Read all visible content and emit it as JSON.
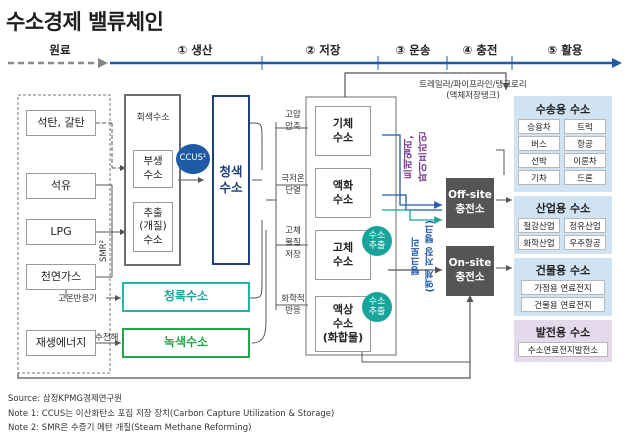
{
  "title": "수소경제 밸류체인",
  "stages": [
    "원료",
    "① 생산",
    "② 저장",
    "③ 운송",
    "④ 충전",
    "⑤ 활용"
  ],
  "raw_materials": [
    "석탄, 갈탄",
    "석유",
    "LPG",
    "천연가스",
    "재생에너지"
  ],
  "gray_hydrogen": {
    "label": "회색수소",
    "byproduct": "부생\n수소",
    "extracted": "추출\n(개질)\n수소"
  },
  "smr_label": "SMR²",
  "ccus_label": "CCUS¹",
  "blue_hydrogen": "청색\n수소",
  "turquoise": {
    "process": "고온반응기",
    "label": "청록수소"
  },
  "green": {
    "process": "수전해",
    "label": "녹색수소"
  },
  "storage_methods": [
    "고압\n압축",
    "극저온\n단열",
    "고체\n물질\n저장",
    "화학적\n반응"
  ],
  "storage_types": [
    "기체\n수소",
    "액화\n수소",
    "고체\n수소",
    "액상\n수소\n(화합물)"
  ],
  "extraction_label": "수소\n추출",
  "transport": {
    "top_label": "트레일러/파이프라인/탱크로리",
    "top_sub": "(액체저장탱크)",
    "vertical1": "트레일러,\n파이프라인",
    "vertical2": "탱크로리\n(액체 저장 탱크)"
  },
  "stations": [
    "Off-site\n충전소",
    "On-site\n충전소"
  ],
  "uses": {
    "transport": {
      "title": "수송용 수소",
      "items": [
        "승용차",
        "트럭",
        "버스",
        "항공",
        "선박",
        "이륜차",
        "기차",
        "드론"
      ]
    },
    "industry": {
      "title": "산업용 수소",
      "items": [
        "철강산업",
        "정유산업",
        "화학산업",
        "우주항공"
      ]
    },
    "building": {
      "title": "건물용 수소",
      "items": [
        "가정용 연료전지",
        "건물용 연료전지"
      ]
    },
    "power": {
      "title": "발전용 수소",
      "items": [
        "수소연료전지발전소"
      ]
    }
  },
  "notes": {
    "source": "Source: 삼정KPMG경제연구원",
    "note1": "Note 1: CCUS는 이산화탄소 포집 저장 장치(Carbon Capture Utilization & Storage)",
    "note2": "Note 2: SMR은 수증기 메탄 개질(Steam Methane Reforming)"
  },
  "colors": {
    "navy": "#1d3f7a",
    "blue_arrow": "#1f5aa6",
    "teal": "#1aa39a",
    "green": "#23a548",
    "dark_gray": "#555555",
    "light_blue_panel": "#cfe3f3",
    "purple_panel": "#e4daec",
    "purple_text": "#7a3b8f",
    "turquoise_border": "#21b5a5"
  }
}
